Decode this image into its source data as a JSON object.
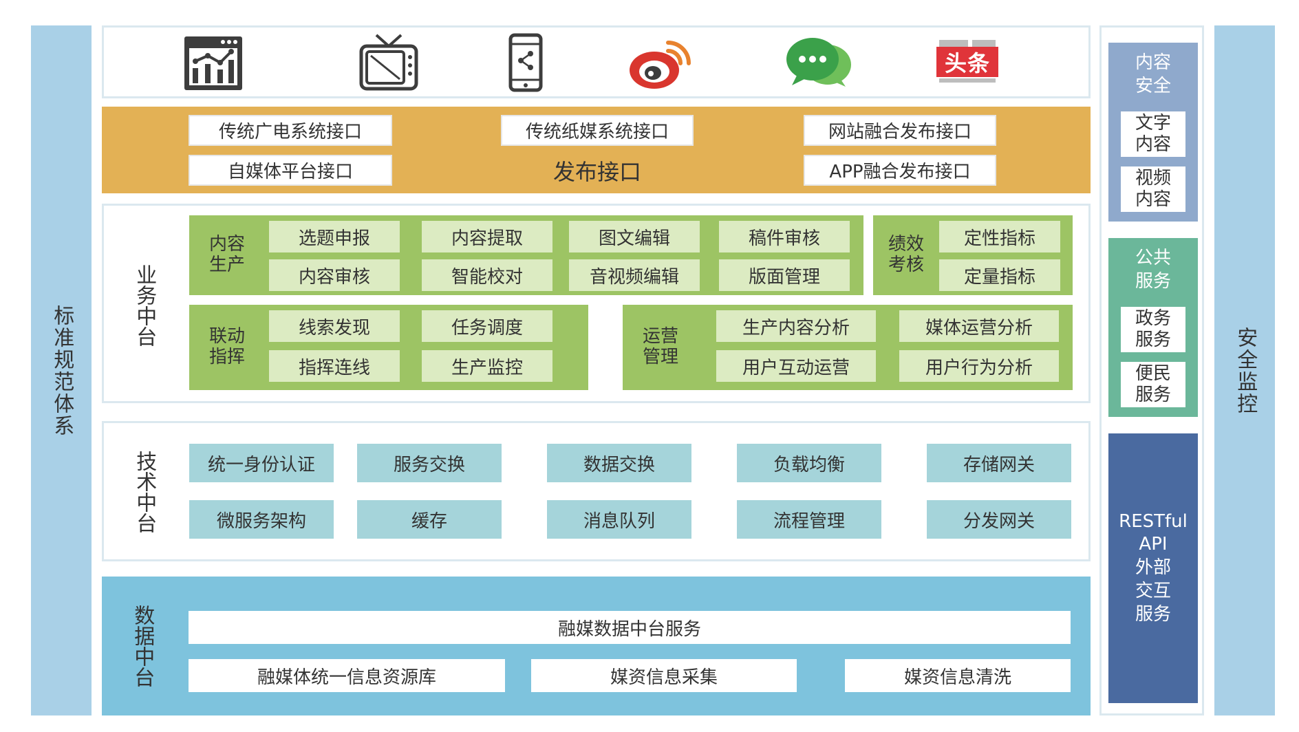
{
  "left_bar": {
    "label": "标准规范体系"
  },
  "right_bar": {
    "label": "安全监控"
  },
  "channels": [
    {
      "icon": "website-analytics-icon"
    },
    {
      "icon": "television-icon"
    },
    {
      "icon": "mobile-share-icon"
    },
    {
      "icon": "weibo-icon"
    },
    {
      "icon": "wechat-icon"
    },
    {
      "icon": "toutiao-icon",
      "text": "头条"
    }
  ],
  "publish": {
    "title": "发布接口",
    "interfaces": [
      "传统广电系统接口",
      "自媒体平台接口",
      "传统纸媒系统接口",
      "网站融合发布接口",
      "APP融合发布接口"
    ]
  },
  "business": {
    "label": "业务中台",
    "content_production": {
      "label": [
        "内容",
        "生产"
      ],
      "items": [
        "选题申报",
        "内容提取",
        "图文编辑",
        "稿件审核",
        "内容审核",
        "智能校对",
        "音视频编辑",
        "版面管理"
      ]
    },
    "performance": {
      "label": [
        "绩效",
        "考核"
      ],
      "items": [
        "定性指标",
        "定量指标"
      ]
    },
    "linkage": {
      "label": [
        "联动",
        "指挥"
      ],
      "items": [
        "线索发现",
        "任务调度",
        "指挥连线",
        "生产监控"
      ]
    },
    "operations": {
      "label": [
        "运营",
        "管理"
      ],
      "items": [
        "生产内容分析",
        "媒体运营分析",
        "用户互动运营",
        "用户行为分析"
      ]
    }
  },
  "technology": {
    "label": "技术中台",
    "items": [
      "统一身份认证",
      "服务交换",
      "数据交换",
      "负载均衡",
      "存储网关",
      "微服务架构",
      "缓存",
      "消息队列",
      "流程管理",
      "分发网关"
    ]
  },
  "data_platform": {
    "label": "数据中台",
    "service": "融媒数据中台服务",
    "items": [
      "融媒体统一信息资源库",
      "媒资信息采集",
      "媒资信息清洗"
    ]
  },
  "side": {
    "content_security": {
      "title": "内容安全",
      "items": [
        "文字内容",
        "视频内容"
      ]
    },
    "public_service": {
      "title": "公共服务",
      "items": [
        "政务服务",
        "便民服务"
      ]
    },
    "api": {
      "lines": [
        "RESTful",
        "API",
        "外部",
        "交互",
        "服务"
      ]
    }
  },
  "colors": {
    "side_bars": "#a9d0e7",
    "publish_band": "#e3b155",
    "business_green": "#9dc464",
    "business_cell": "#dcebc2",
    "tech_cell": "#a5d4da",
    "data_band": "#7ec3dd",
    "security_panel": "#8fa9cc",
    "service_panel": "#6bb79a",
    "api_panel": "#4a6aa0"
  }
}
